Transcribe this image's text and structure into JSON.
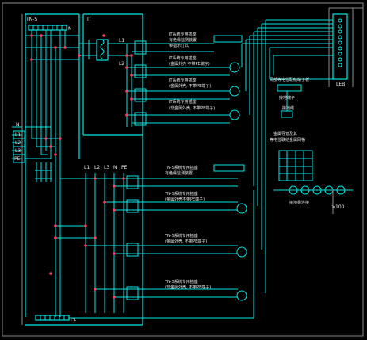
{
  "labels": {
    "tns_top": "TN-S",
    "n_top": "N",
    "it": "IT",
    "l1_a": "L1",
    "l2_a": "L2",
    "n_in": "N",
    "l1_in": "L1",
    "l2_in": "L2",
    "l3_in": "L3",
    "pe_in": "PE",
    "l1_b": "L1",
    "l2_b": "L2",
    "l3_b": "L3",
    "n_b": "N",
    "pe_b": "PE",
    "pe_bottom": "PE",
    "leb": "LEB",
    "gt100": ">100"
  },
  "annotations": {
    "it_1a": "IT系统专用插座",
    "it_1b": "有绝缘监测装置",
    "it_1c": "带指示灯式",
    "it_2": "IT系统专用插座",
    "it_2b": "(金属外壳 不带PE端子)",
    "it_3": "IT系统专用插座",
    "it_3b": "(金属外壳, 不带PE端子)",
    "it_4": "IT系统专用插座",
    "it_4b": "(非金属外壳, 不带PE端子)",
    "tns_1": "TN-S系统专用插座",
    "tns_1b": "有绝缘监测装置",
    "tns_2": "TN-S系统专用插座",
    "tns_2b": "(金属外壳不带PE端子)",
    "tns_3": "TN-S系统专用插座",
    "tns_3b": "(金属外壳, 不带PE端子)",
    "tns_4": "TN-S系统专用插座",
    "tns_4b": "(非金属外壳, 不带PE端子)",
    "right_1": "局部等电位联结端子板",
    "right_2": "接地端子",
    "right_3": "接地线",
    "right_4": "金属导管及其",
    "right_4b": "等电位联结金属网格",
    "right_5": "接地极连接"
  }
}
